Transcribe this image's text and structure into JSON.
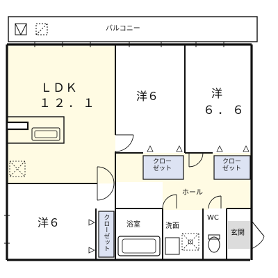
{
  "rooms": {
    "balcony": "バルコニー",
    "ldk_name": "ＬＤＫ",
    "ldk_size": "１２．１",
    "west6": "洋６",
    "center_name": "洋６",
    "right_name": "洋",
    "right_size": "６．６",
    "closet_center": "クロー\nゼット",
    "closet_right": "クロー\nゼット",
    "closet_vertical": "クローゼット",
    "hall": "ホール",
    "bath": "浴室",
    "washroom": "洗面",
    "wc": "WC",
    "entrance": "玄関"
  },
  "colors": {
    "ldk_fill": "#fffbe3",
    "hall_fill": "#fffbe3",
    "closet_fill": "#dde3f3",
    "entrance_fill": "#dcdcdc",
    "wall": "#111111"
  }
}
